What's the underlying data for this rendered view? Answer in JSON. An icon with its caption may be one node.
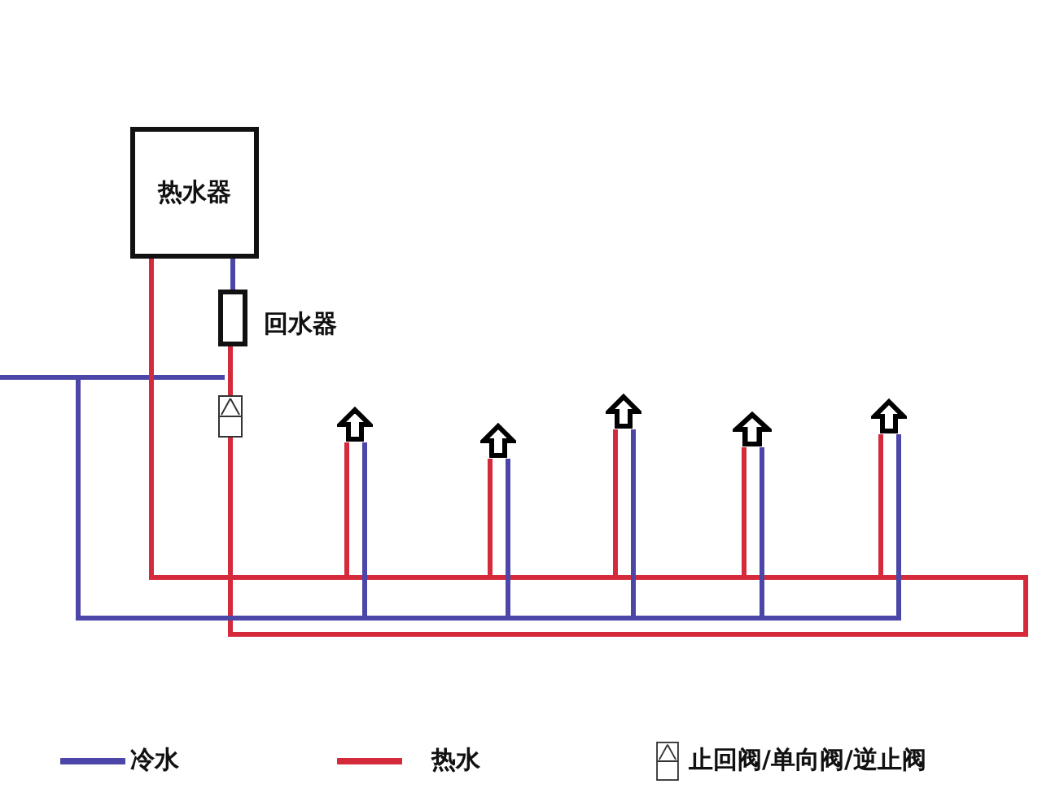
{
  "diagram": {
    "nodes": [
      {
        "text": [
          "热水器"
        ]
      },
      {
        "text": [],
        "shape": "box",
        "beside": [
          "回水器"
        ]
      },
      {
        "text": [],
        "shape": "box"
      },
      {
        "text": [],
        "shape": "arrow"
      },
      {
        "text": [],
        "shape": "arrow"
      },
      {
        "text": [],
        "shape": "arrow"
      },
      {
        "text": [],
        "shape": "arrow"
      },
      {
        "text": [],
        "shape": "arrow"
      }
    ],
    "edges": [
      {
        "from": 0,
        "to": 1,
        "arrow": "none",
        "color": "#4b46a8"
      },
      {
        "from": 1,
        "to": 2,
        "arrow": "none"
      },
      {
        "from": 0,
        "to": 3,
        "arrow": "none"
      },
      {
        "from": 0,
        "to": 4,
        "arrow": "none"
      },
      {
        "from": 0,
        "to": 5,
        "arrow": "none"
      },
      {
        "from": 0,
        "to": 6,
        "arrow": "none"
      },
      {
        "from": 0,
        "to": 7,
        "arrow": "none"
      },
      {
        "from": 2,
        "to": 0,
        "arrow": "none"
      },
      {
        "from": null,
        "to": 3,
        "arrow": "none",
        "color": "#4b46a8"
      },
      {
        "from": null,
        "to": 4,
        "arrow": "none",
        "color": "#4b46a8"
      },
      {
        "from": null,
        "to": 5,
        "arrow": "none",
        "color": "#4b46a8"
      },
      {
        "from": null,
        "to": 6,
        "arrow": "none",
        "color": "#4b46a8"
      },
      {
        "from": null,
        "to": 7,
        "arrow": "none",
        "color": "#4b46a8"
      }
    ],
    "legend": [
      {
        "text": "冷水"
      },
      {
        "text": "热水"
      },
      {
        "text": "止回阀/单向阀/逆止阀"
      }
    ]
  }
}
